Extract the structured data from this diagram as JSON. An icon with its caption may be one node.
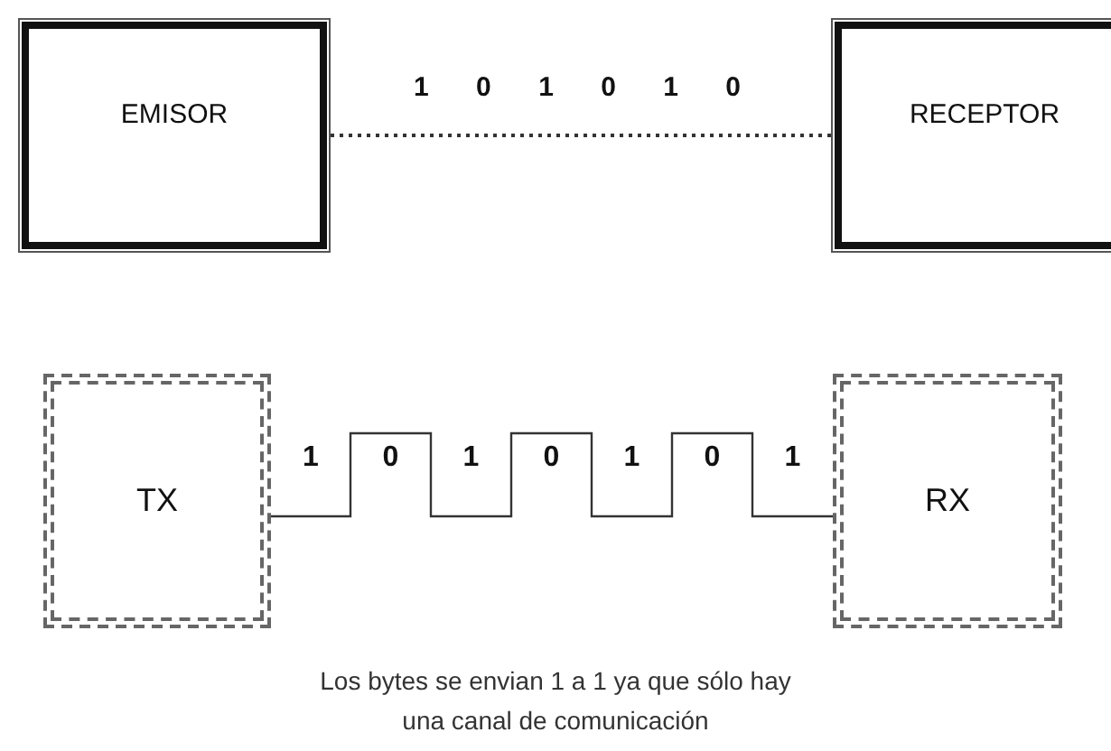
{
  "diagram": {
    "nodes": [
      {
        "text": [
          "EMISOR"
        ]
      },
      {
        "text": [
          "RECEPTOR"
        ]
      },
      {
        "text": [
          "TX"
        ]
      },
      {
        "text": [
          "RX"
        ]
      }
    ],
    "edges": [
      {
        "from": 0,
        "to": 1,
        "arrow": "none",
        "label": "1 0 1 0 1 0",
        "style": "dashed"
      },
      {
        "from": 2,
        "to": 3,
        "arrow": "none"
      }
    ],
    "labels": [
      "1",
      "0",
      "1",
      "0",
      "1",
      "0",
      "1"
    ],
    "caption": "Los bytes se envian 1 a 1 ya que sólo hay una canal de comunicación"
  }
}
